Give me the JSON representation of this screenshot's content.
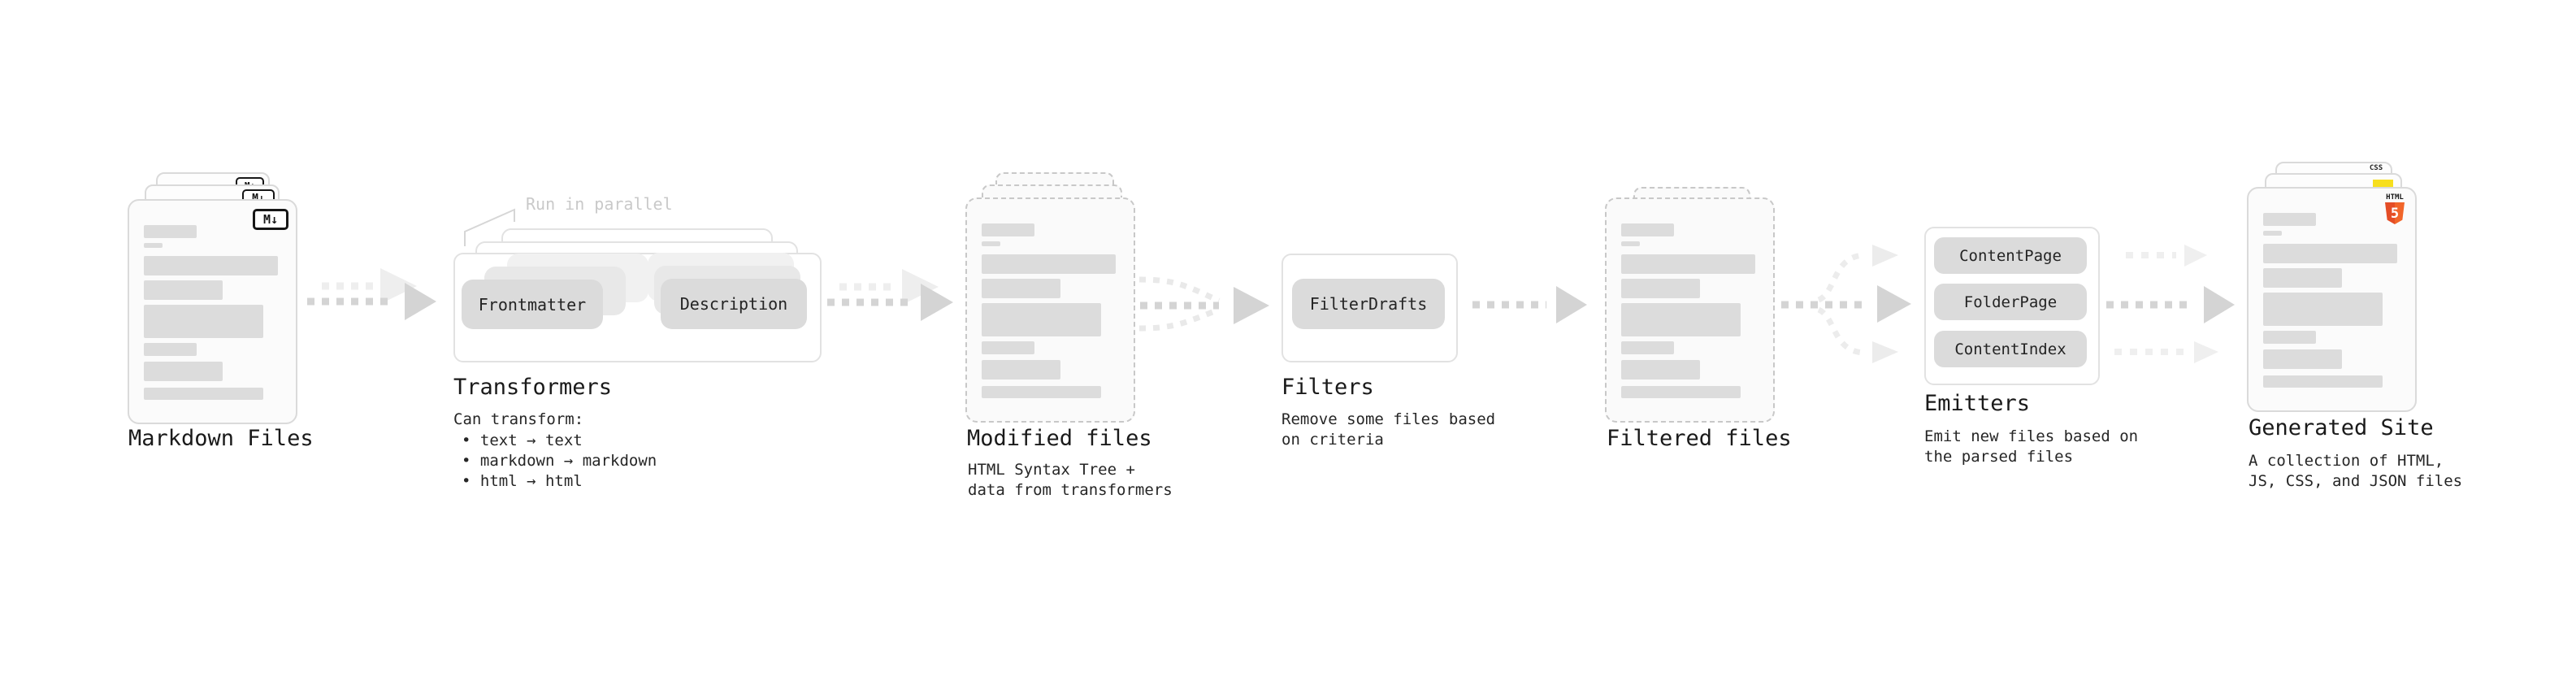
{
  "stages": {
    "markdown_files": {
      "label": "Markdown Files",
      "badge": "M↓"
    },
    "transformers": {
      "label": "Transformers",
      "annotation": "Run in parallel",
      "pill_frontmatter": "Frontmatter",
      "pill_description": "Description",
      "intro": "Can transform:",
      "bullets": [
        "• text → text",
        "• markdown → markdown",
        "• html → html"
      ]
    },
    "modified_files": {
      "label": "Modified files",
      "desc": [
        "HTML Syntax Tree +",
        "data from transformers"
      ]
    },
    "filters": {
      "label": "Filters",
      "pill": "FilterDrafts",
      "desc": [
        "Remove some files based",
        "on criteria"
      ]
    },
    "filtered_files": {
      "label": "Filtered files"
    },
    "emitters": {
      "label": "Emitters",
      "pills": [
        "ContentPage",
        "FolderPage",
        "ContentIndex"
      ],
      "desc": [
        "Emit new files based on",
        "the parsed files"
      ]
    },
    "generated_site": {
      "label": "Generated Site",
      "badge_css": "CSS",
      "badge_html_label": "HTML",
      "badge_html_number": "5",
      "desc": [
        "A collection of HTML,",
        "JS, CSS, and JSON files"
      ]
    }
  },
  "colors": {
    "html5_orange": "#e44d26",
    "js_yellow": "#f7df1e",
    "css_blue": "#2f6bf0",
    "arrow_dark": "#d4d4d4",
    "arrow_light": "#eeeeee",
    "card_border": "#dadada",
    "dashed_border": "#c8c8c8",
    "bar_fill": "#dcdcdc",
    "pill_fill": "#dbdbdb",
    "text_dark": "#1a1a1a",
    "muted_label": "#c9c9c9"
  }
}
